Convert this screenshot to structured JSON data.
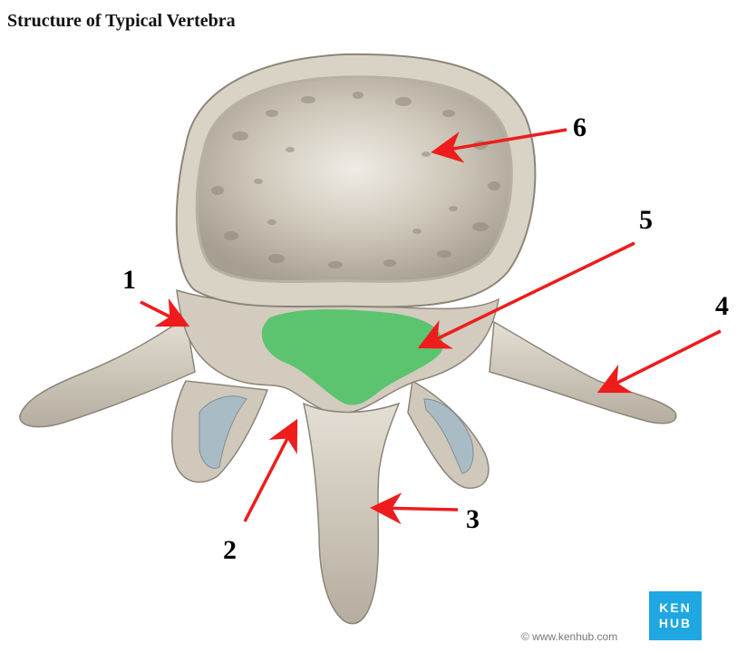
{
  "title": "Structure of Typical Vertebra",
  "labels": [
    "1",
    "2",
    "3",
    "4",
    "5",
    "6"
  ],
  "copyright": "© www.kenhub.com",
  "logo": {
    "line1": "KEN",
    "line2": "HUB"
  },
  "colors": {
    "bone": "#d6d0c3",
    "bone_shadow": "#9d968a",
    "bone_dark": "#6f685e",
    "spongy": "#bfb7a8",
    "foramen": "#5cc46e",
    "arrow": "#ee1c1c",
    "facet": "#a9bcc6",
    "logo_bg": "#1ea7e1"
  }
}
